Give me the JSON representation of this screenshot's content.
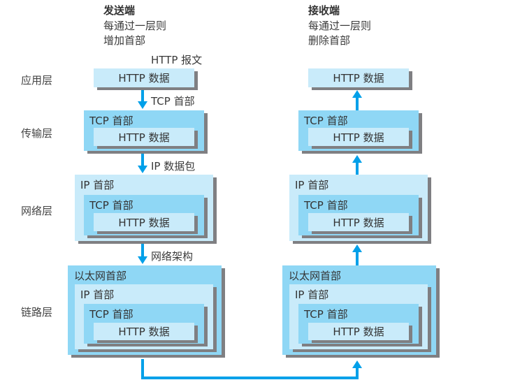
{
  "colors": {
    "arrow": "#00a0e9",
    "outer_box": "#8fd7f5",
    "inner_box": "#c9ebfa",
    "shadow": "#7f7f82"
  },
  "layers": {
    "application": "应用层",
    "transport": "传输层",
    "network": "网络层",
    "link": "链路层"
  },
  "sender": {
    "title": "发送端",
    "desc_line1": "每通过一层则",
    "desc_line2": "增加首部",
    "label_http_message": "HTTP 报文",
    "label_tcp_header": "TCP 首部",
    "label_ip_packet": "IP 数据包",
    "label_network_arch": "网络架构"
  },
  "receiver": {
    "title": "接收端",
    "desc_line1": "每通过一层则",
    "desc_line2": "删除首部"
  },
  "boxes": {
    "http_data": "HTTP 数据",
    "tcp_header": "TCP 首部",
    "ip_header": "IP 首部",
    "ethernet_header": "以太网首部"
  }
}
